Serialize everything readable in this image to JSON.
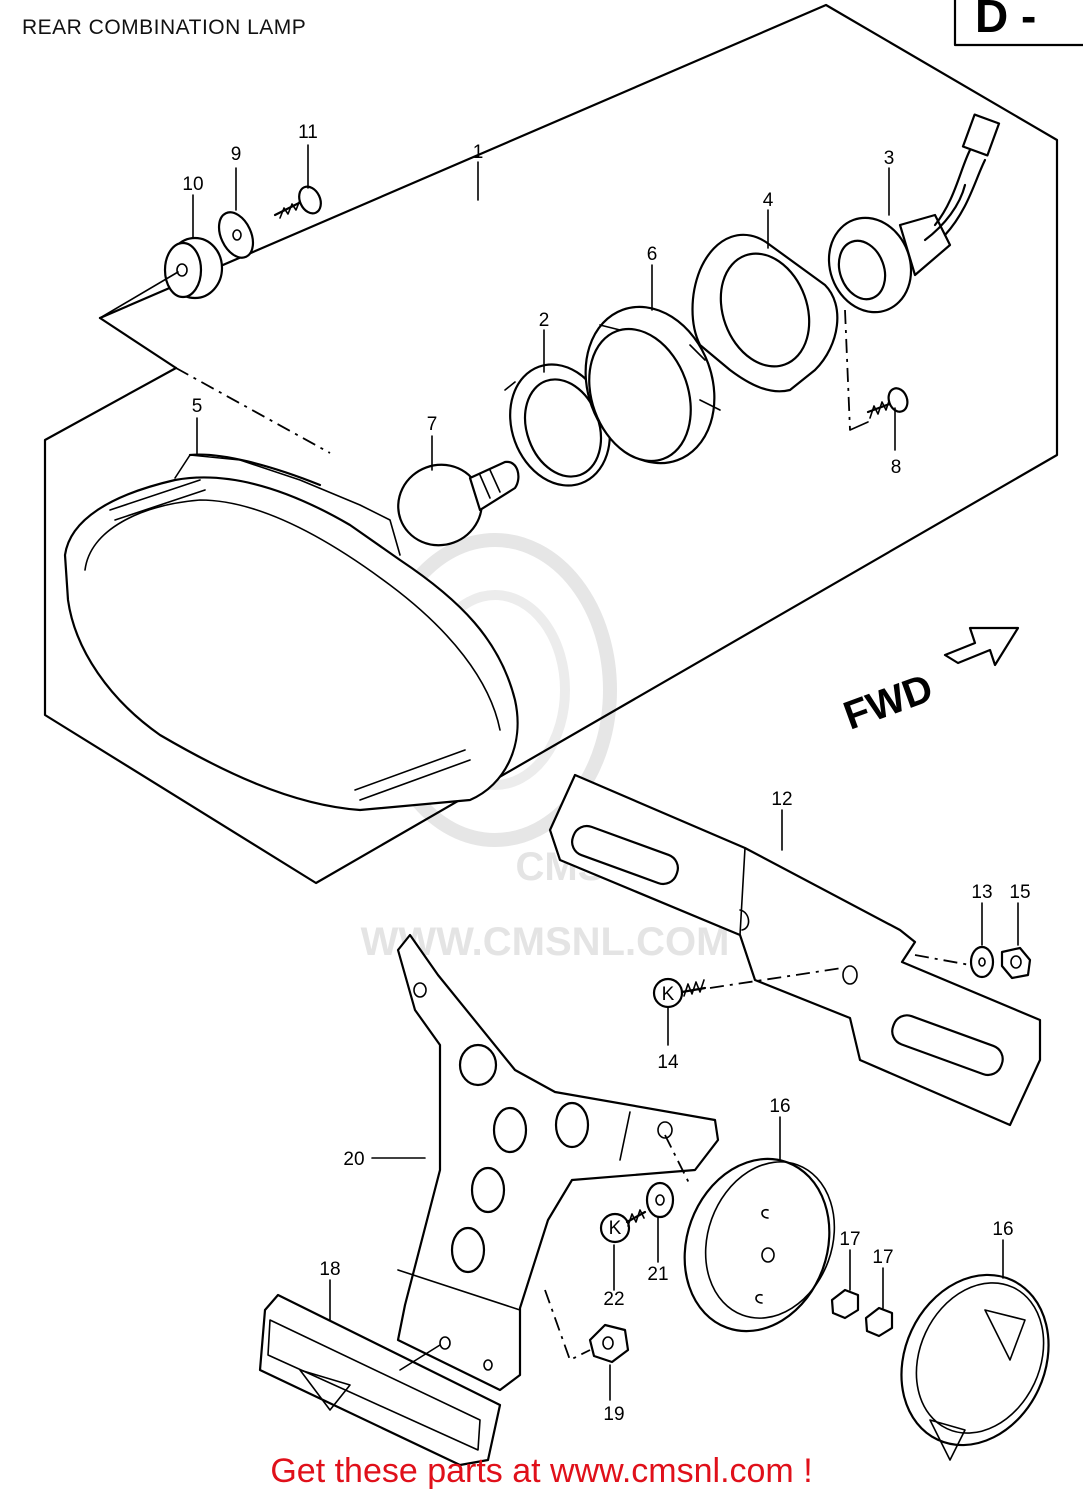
{
  "title": "REAR COMBINATION LAMP",
  "section_code": "D -",
  "direction_label": "FWD",
  "watermark": "WWW.CMSNL.COM",
  "watermark_logo_text": "CMS",
  "footer_text": "Get these parts at www.cmsnl.com !",
  "footer_color": "#e0101a",
  "callouts": {
    "c1": "1",
    "c2": "2",
    "c3": "3",
    "c4": "4",
    "c5": "5",
    "c6": "6",
    "c7": "7",
    "c8": "8",
    "c9": "9",
    "c10": "10",
    "c11": "11",
    "c12": "12",
    "c13": "13",
    "c14": "14",
    "c15": "15",
    "c16a": "16",
    "c16b": "16",
    "c17a": "17",
    "c17b": "17",
    "c18": "18",
    "c19": "19",
    "c20": "20",
    "c21": "21",
    "c22": "22"
  },
  "markings": {
    "k14": "K",
    "k22": "K"
  }
}
